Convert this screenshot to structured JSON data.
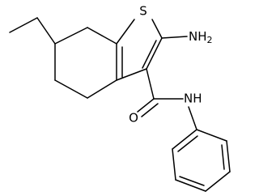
{
  "atom_labels": {
    "sulfur": "S",
    "amino": "NH",
    "amino_subscript": "2",
    "carbonyl_oxygen": "O",
    "amide_nh": "NH"
  },
  "colors": {
    "bond": "#000000",
    "text": "#000000",
    "background": "#ffffff"
  }
}
